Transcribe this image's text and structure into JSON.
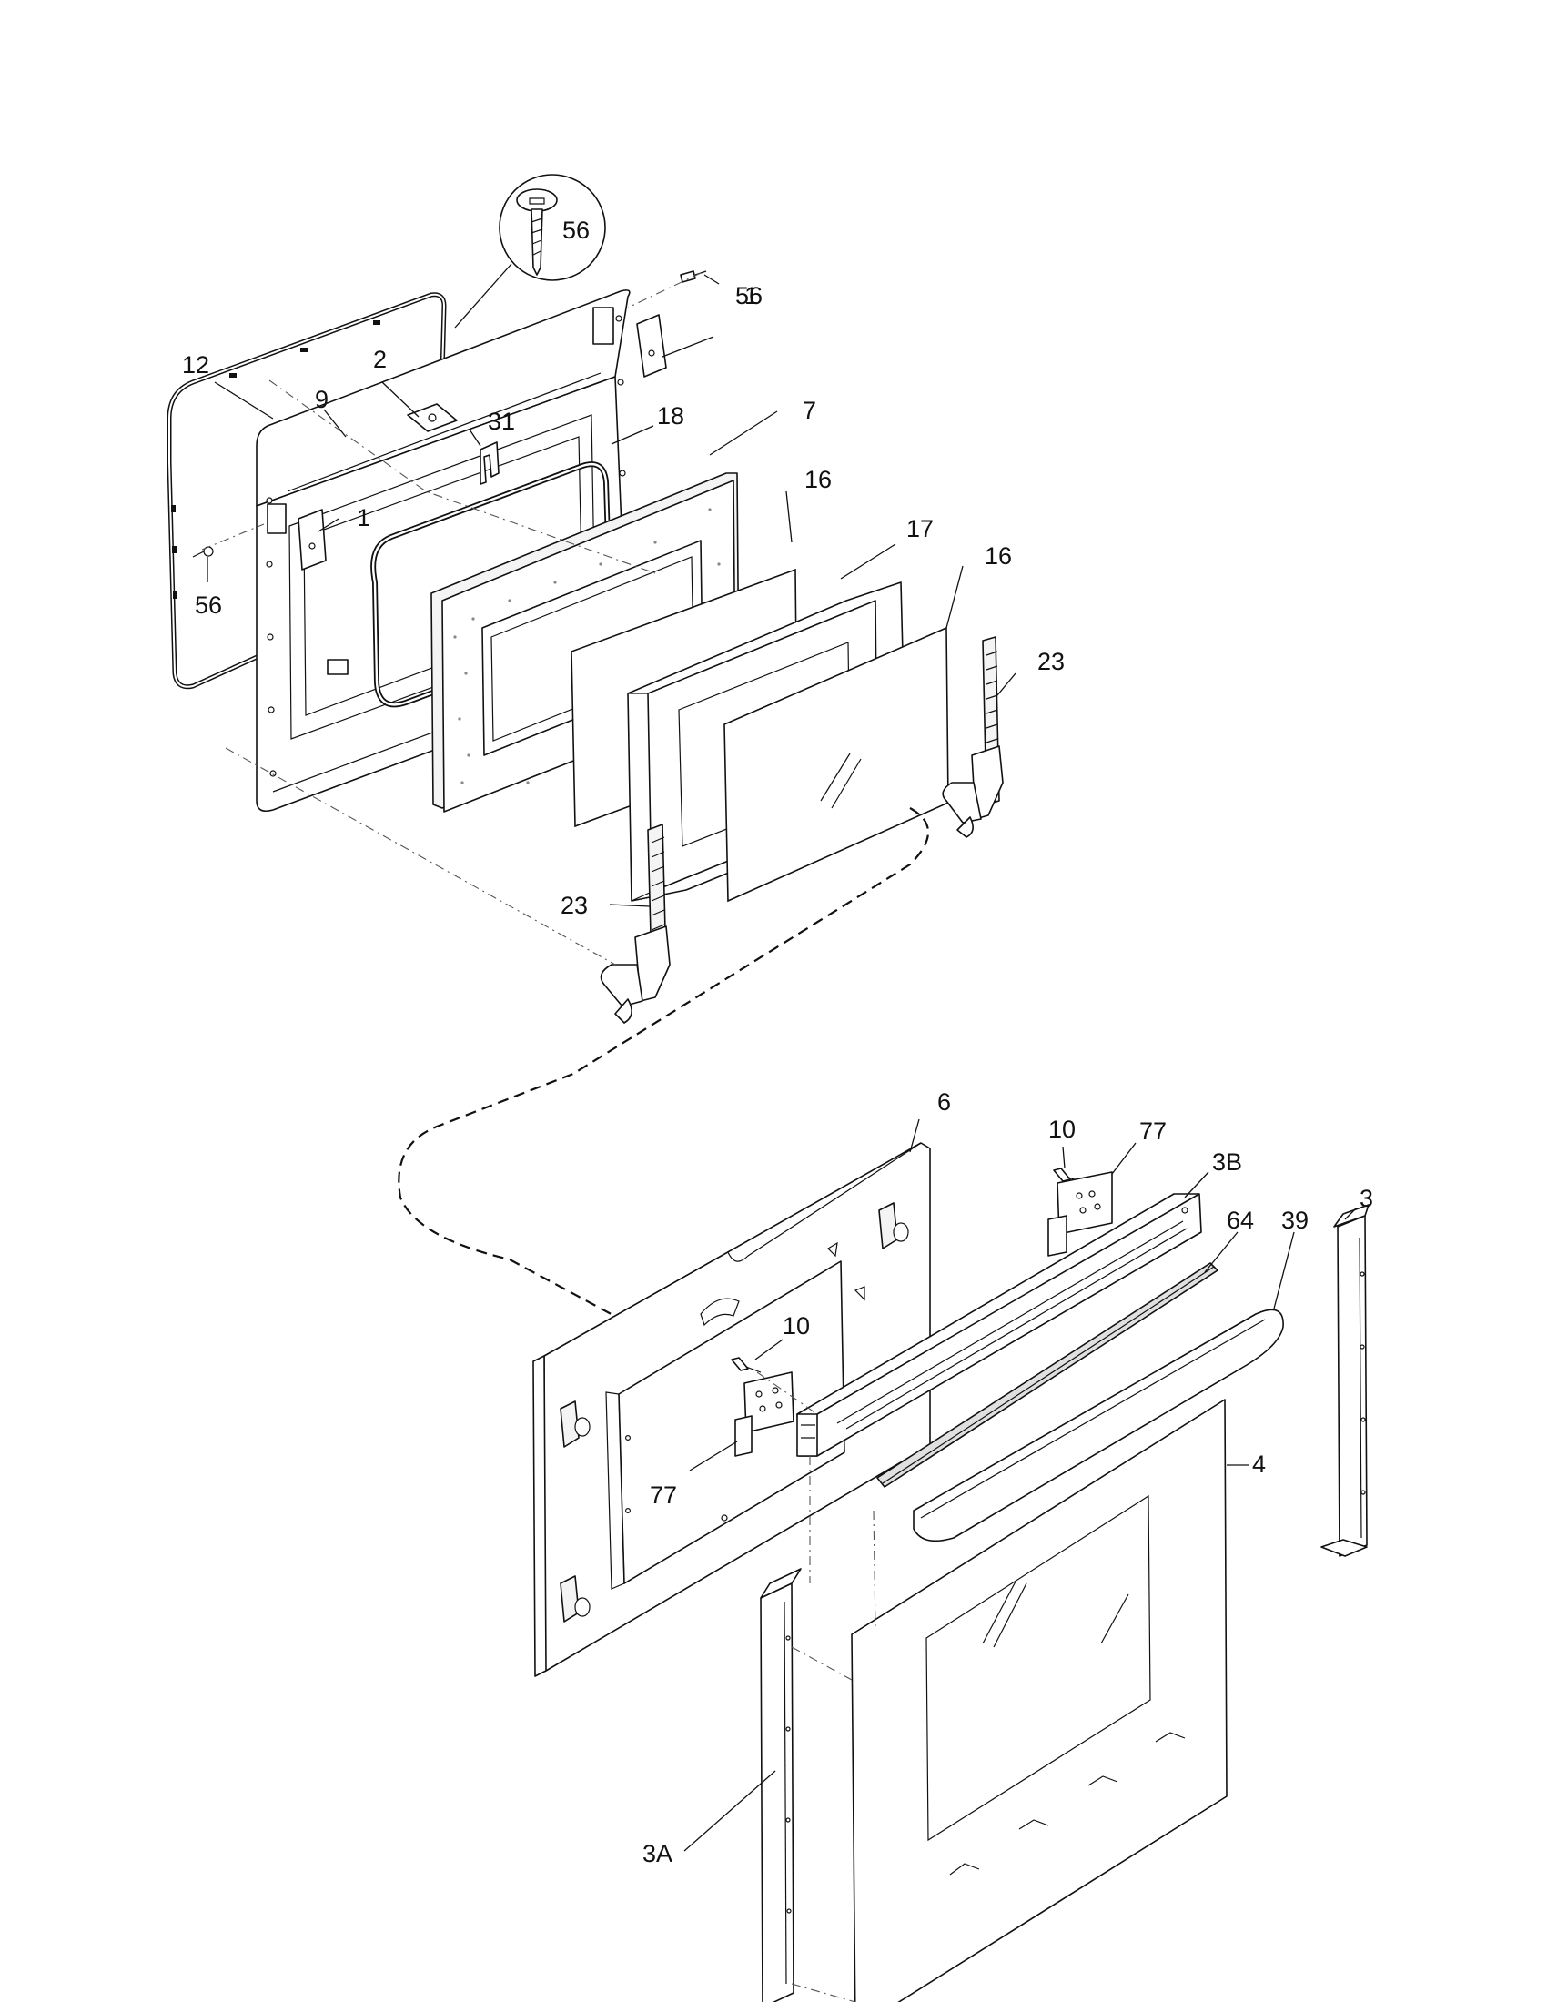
{
  "diagram": {
    "callouts": [
      {
        "id": "c56-zoom",
        "text": "56"
      },
      {
        "id": "c56-top",
        "text": "56"
      },
      {
        "id": "c1-top",
        "text": "1"
      },
      {
        "id": "c12",
        "text": "12"
      },
      {
        "id": "c2",
        "text": "2"
      },
      {
        "id": "c9",
        "text": "9"
      },
      {
        "id": "c31",
        "text": "31"
      },
      {
        "id": "c18",
        "text": "18"
      },
      {
        "id": "c7",
        "text": "7"
      },
      {
        "id": "c1-left",
        "text": "1"
      },
      {
        "id": "c16-a",
        "text": "16"
      },
      {
        "id": "c17",
        "text": "17"
      },
      {
        "id": "c16-b",
        "text": "16"
      },
      {
        "id": "c56-left",
        "text": "56"
      },
      {
        "id": "c23-right",
        "text": "23"
      },
      {
        "id": "c23-left",
        "text": "23"
      },
      {
        "id": "c6",
        "text": "6"
      },
      {
        "id": "c10-top",
        "text": "10"
      },
      {
        "id": "c77-top",
        "text": "77"
      },
      {
        "id": "c3B",
        "text": "3B"
      },
      {
        "id": "c3",
        "text": "3"
      },
      {
        "id": "c64",
        "text": "64"
      },
      {
        "id": "c39",
        "text": "39"
      },
      {
        "id": "c10-mid",
        "text": "10"
      },
      {
        "id": "c4",
        "text": "4"
      },
      {
        "id": "c77-mid",
        "text": "77"
      },
      {
        "id": "c3A",
        "text": "3A"
      }
    ]
  }
}
